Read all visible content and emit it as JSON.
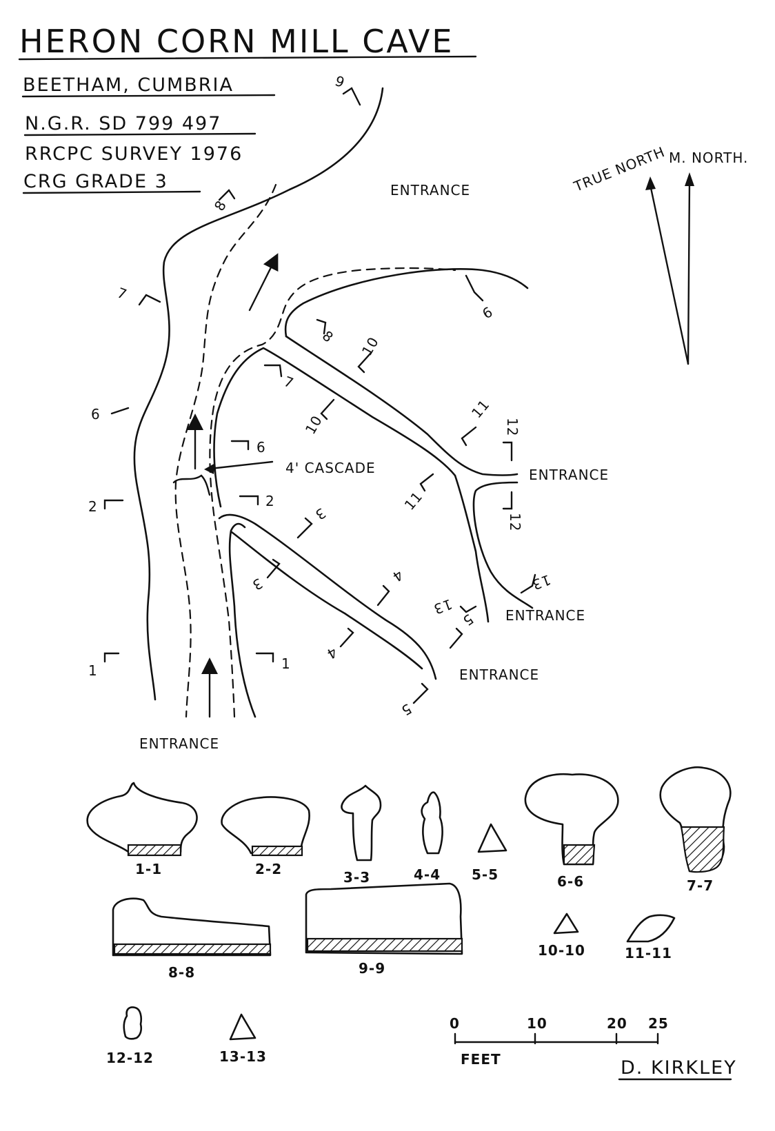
{
  "header": {
    "title": "HERON CORN MILL CAVE",
    "location": "BEETHAM, CUMBRIA",
    "grid_ref": "N.G.R. SD 799 497",
    "survey": "RRCPC SURVEY 1976",
    "grade": "CRG GRADE 3"
  },
  "north": {
    "true_label": "TRUE NORTH",
    "magnetic_label": "M. NORTH."
  },
  "plan": {
    "entrance_label": "ENTRANCE",
    "cascade_label": "4' CASCADE",
    "section_marks": [
      "1",
      "1",
      "2",
      "2",
      "3",
      "3",
      "4",
      "4",
      "5",
      "5",
      "6",
      "6",
      "7",
      "7",
      "8",
      "8",
      "9",
      "9",
      "10",
      "10",
      "11",
      "11",
      "12",
      "12",
      "13",
      "13"
    ]
  },
  "sections": [
    "1-1",
    "2-2",
    "3-3",
    "4-4",
    "5-5",
    "6-6",
    "7-7",
    "8-8",
    "9-9",
    "10-10",
    "11-11",
    "12-12",
    "13-13"
  ],
  "scale": {
    "ticks": [
      "0",
      "10",
      "20",
      "25"
    ],
    "unit": "FEET"
  },
  "author": "D. KIRKLEY"
}
